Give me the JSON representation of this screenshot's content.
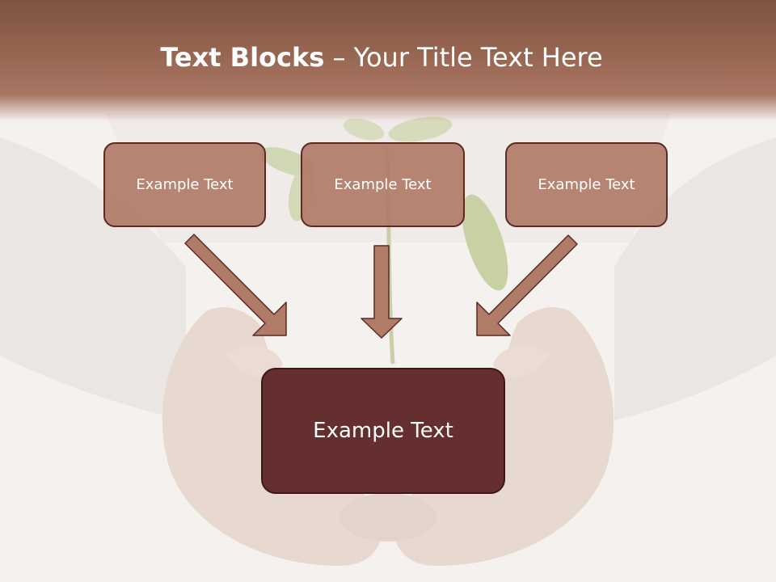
{
  "slide": {
    "title_bold": "Text Blocks",
    "title_rest": " – Your Title Text Here",
    "blocks": [
      {
        "label": "Example Text"
      },
      {
        "label": "Example Text"
      },
      {
        "label": "Example Text"
      }
    ],
    "main_block": {
      "label": "Example Text"
    }
  },
  "colors": {
    "header": "#95644f",
    "block_fill": "#b07c68",
    "block_border": "#5a2a24",
    "main_block_fill": "#652e2f",
    "arrow_fill": "#b07c68"
  }
}
